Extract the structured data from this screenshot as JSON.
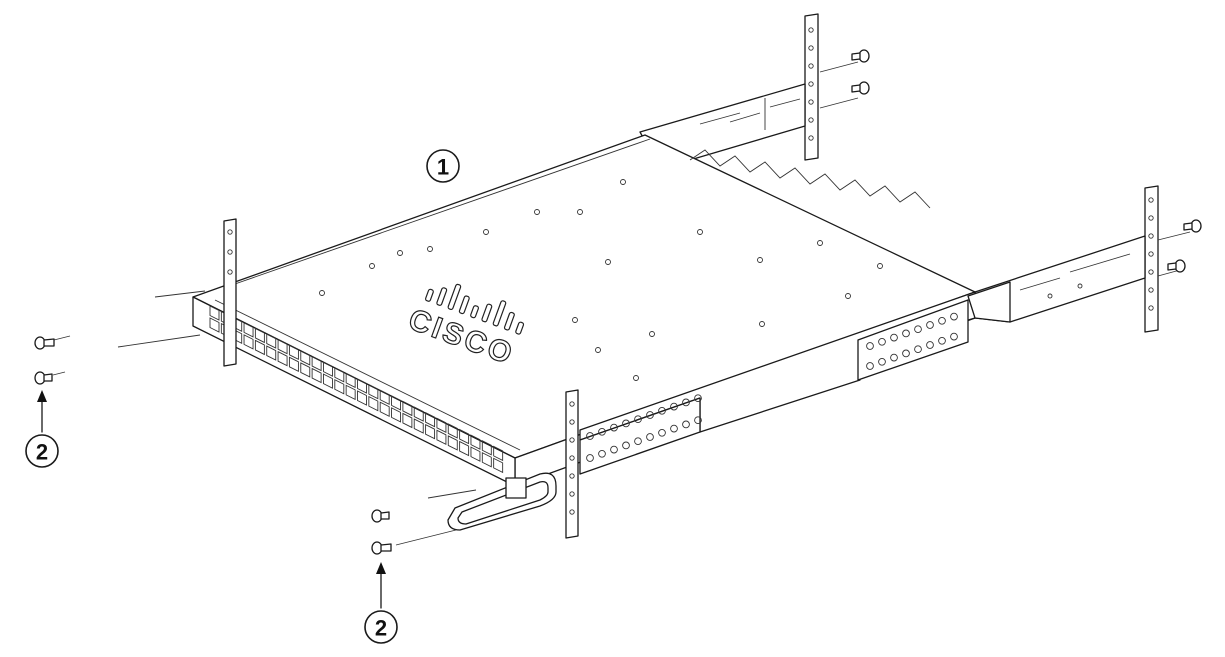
{
  "callouts": [
    {
      "label": "1"
    },
    {
      "label": "2"
    },
    {
      "label": "2"
    }
  ],
  "logo_text": "CISCO",
  "colors": {
    "line": "#1a1a1a",
    "background": "#ffffff"
  }
}
